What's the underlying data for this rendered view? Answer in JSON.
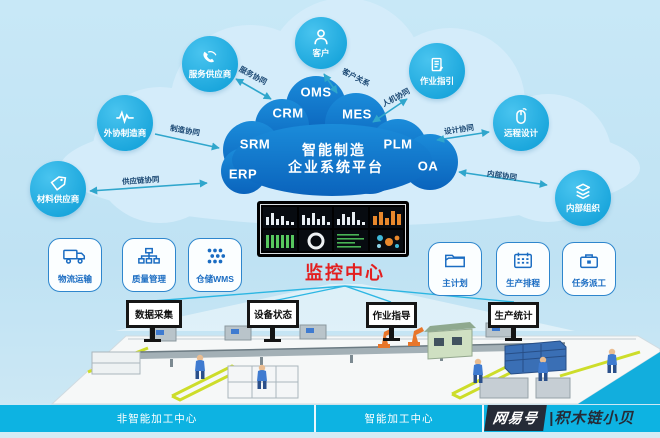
{
  "partners": {
    "customer": {
      "label": "客户",
      "icon": "person-icon"
    },
    "service_supplier": {
      "label": "服务供应商",
      "icon": "phone-icon"
    },
    "outsource_manufacturer": {
      "label": "外协制造商",
      "icon": "waveform-icon"
    },
    "material_supplier": {
      "label": "材料供应商",
      "icon": "tag-icon"
    },
    "work_guide": {
      "label": "作业指引",
      "icon": "document-icon"
    },
    "remote_design": {
      "label": "远程设计",
      "icon": "mouse-icon"
    },
    "internal_org": {
      "label": "内部组织",
      "icon": "layers-icon"
    }
  },
  "cloud": {
    "title_line1": "智能制造",
    "title_line2": "企业系统平台",
    "systems": {
      "oms": "OMS",
      "crm": "CRM",
      "mes": "MES",
      "srm": "SRM",
      "plm": "PLM",
      "erp": "ERP",
      "oa": "OA"
    }
  },
  "collaborations": {
    "service": "服务协同",
    "customer": "客户关系",
    "human_machine": "人机协同",
    "design": "设计协同",
    "internal": "内部协同",
    "manufacturing": "制造协同",
    "supply_chain": "供应链协同"
  },
  "modules": {
    "logistics": {
      "label": "物流运输",
      "icon": "truck-icon"
    },
    "quality": {
      "label": "质量管理",
      "icon": "sitemap-icon"
    },
    "warehouse": {
      "label": "仓储WMS",
      "icon": "dots-grid-icon"
    },
    "master_plan": {
      "label": "主计划",
      "icon": "folder-icon"
    },
    "scheduling": {
      "label": "生产排程",
      "icon": "calendar-icon"
    },
    "dispatch": {
      "label": "任务派工",
      "icon": "toolbox-icon"
    }
  },
  "monitor_center": {
    "label": "监控中心"
  },
  "screens": {
    "data_collection": "数据采集",
    "equipment_status": "设备状态",
    "work_instruction": "作业指导",
    "production_stats": "生产统计"
  },
  "zones": {
    "left": "非智能加工中心",
    "right": "智能加工中心"
  },
  "watermark": {
    "brand": "网易号",
    "separator": "|",
    "account": "积木链小贝"
  },
  "colors": {
    "background": "#c2e4f5",
    "cloud_blue": "#0e74c8",
    "node_cyan": "#29b2e6",
    "accent_red": "#e31f1f",
    "bar_cyan": "#0db3e2",
    "module_blue": "#1a6cc2",
    "arrow_teal": "#2fa6cc",
    "watermark_navy": "#252b37"
  }
}
